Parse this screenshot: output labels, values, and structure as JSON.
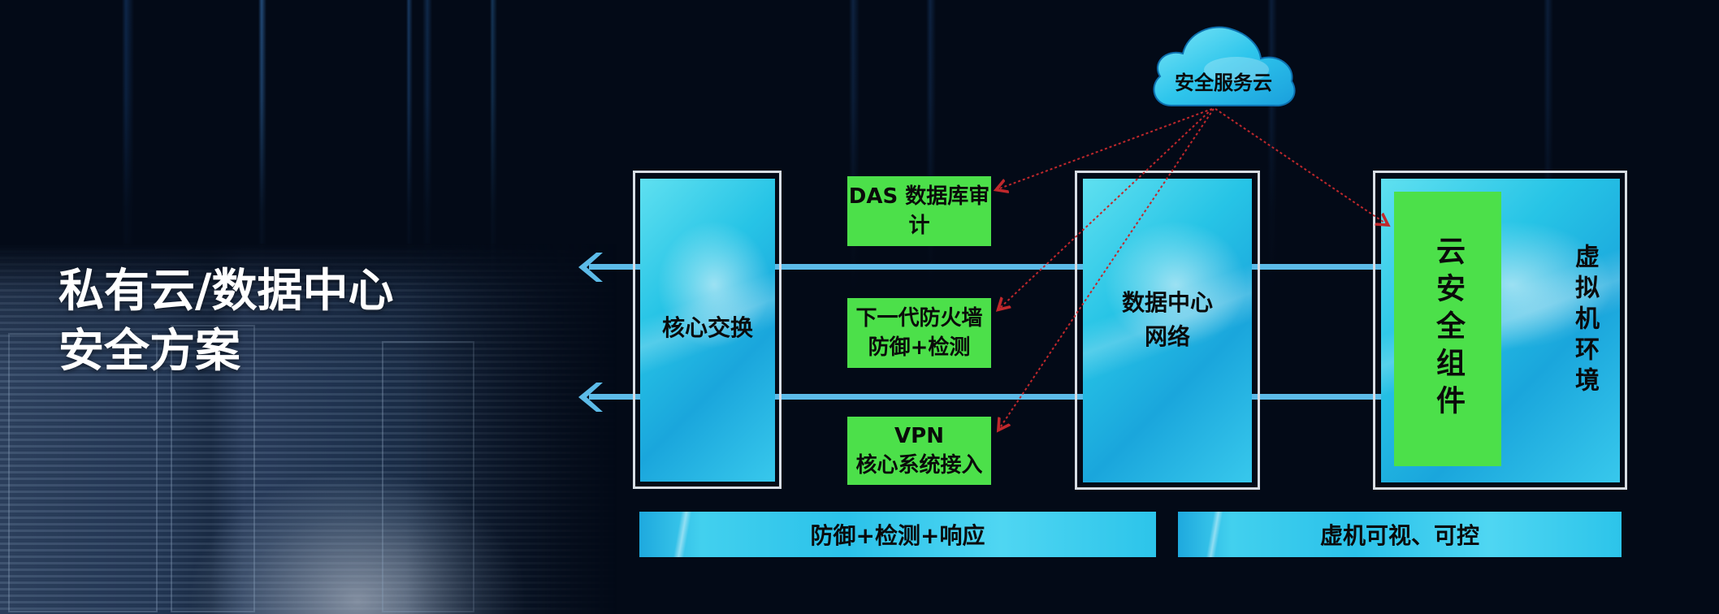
{
  "title": {
    "line1": "私有云/数据中心",
    "line2": "安全方案"
  },
  "cloud": {
    "label": "安全服务云",
    "icon": "cloud-icon"
  },
  "nodes": {
    "core_switch": {
      "label": "核心交换"
    },
    "dc_network": {
      "line1": "数据中心",
      "line2": "网络"
    },
    "vm_env": {
      "label": "虚拟机环境"
    },
    "cloud_security": {
      "label": "云安全组件"
    }
  },
  "security_devices": [
    {
      "line1": "DAS 数据库审计",
      "line2": ""
    },
    {
      "line1": "下一代防火墙",
      "line2": "防御+检测"
    },
    {
      "line1": "VPN",
      "line2": "核心系统接入"
    }
  ],
  "bottom_bars": {
    "left": "防御+检测+响应",
    "right": "虚机可视、可控"
  },
  "colors": {
    "background": "#030a17",
    "device_green": "#4ce04a",
    "link_blue": "#5cbbe8",
    "dotted_red": "#c0282c",
    "frame": "#d8dde4"
  }
}
